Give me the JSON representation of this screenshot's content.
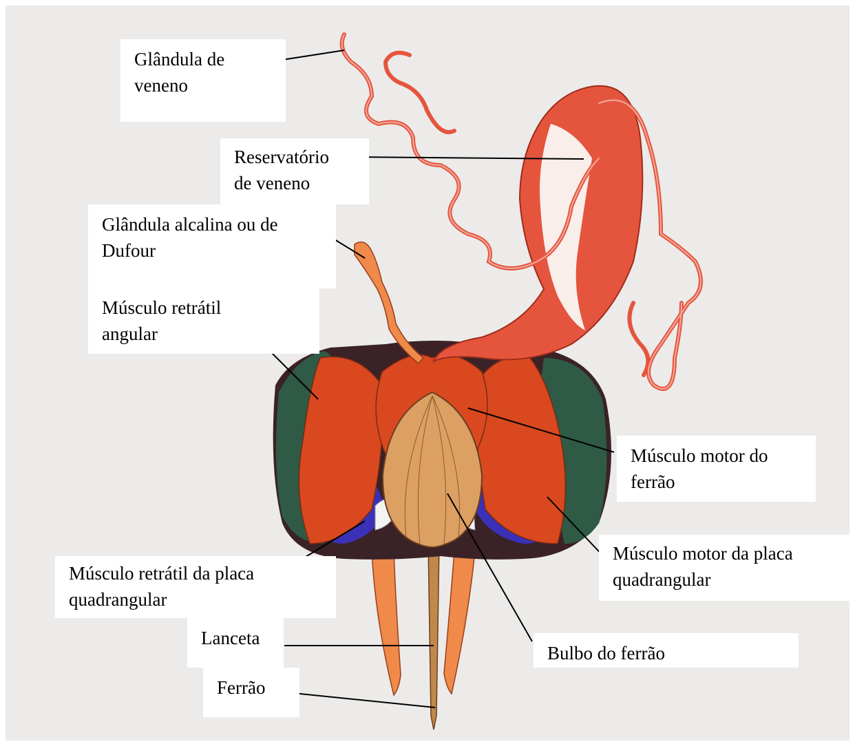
{
  "figure": {
    "labels": {
      "glandula_veneno": [
        "Glândula de",
        "veneno"
      ],
      "reservatorio": [
        "Reservatório",
        "de veneno"
      ],
      "glandula_alcalina": [
        "Glândula alcalina ou de",
        "Dufour"
      ],
      "retratil_angular": [
        "Músculo retrátil",
        "angular"
      ],
      "motor_ferrao": [
        "Músculo motor do",
        "ferrão"
      ],
      "motor_placa": [
        "Músculo motor da placa",
        "quadrangular"
      ],
      "retratil_placa": [
        "Músculo retrátil da placa",
        "quadrangular"
      ],
      "lanceta": [
        "Lanceta"
      ],
      "bulbo": [
        "Bulbo do ferrão"
      ],
      "ferrao": [
        "Ferrão"
      ]
    },
    "colors": {
      "gland_red": "#e5553e",
      "dufour_orange": "#ef8a4a",
      "muscle_red": "#d9481f",
      "muscle_green": "#2f5a45",
      "muscle_blue": "#3a31b8",
      "bulb_tan": "#dca063",
      "dark_plate": "#3a2226",
      "background": "#ecebe9"
    }
  }
}
